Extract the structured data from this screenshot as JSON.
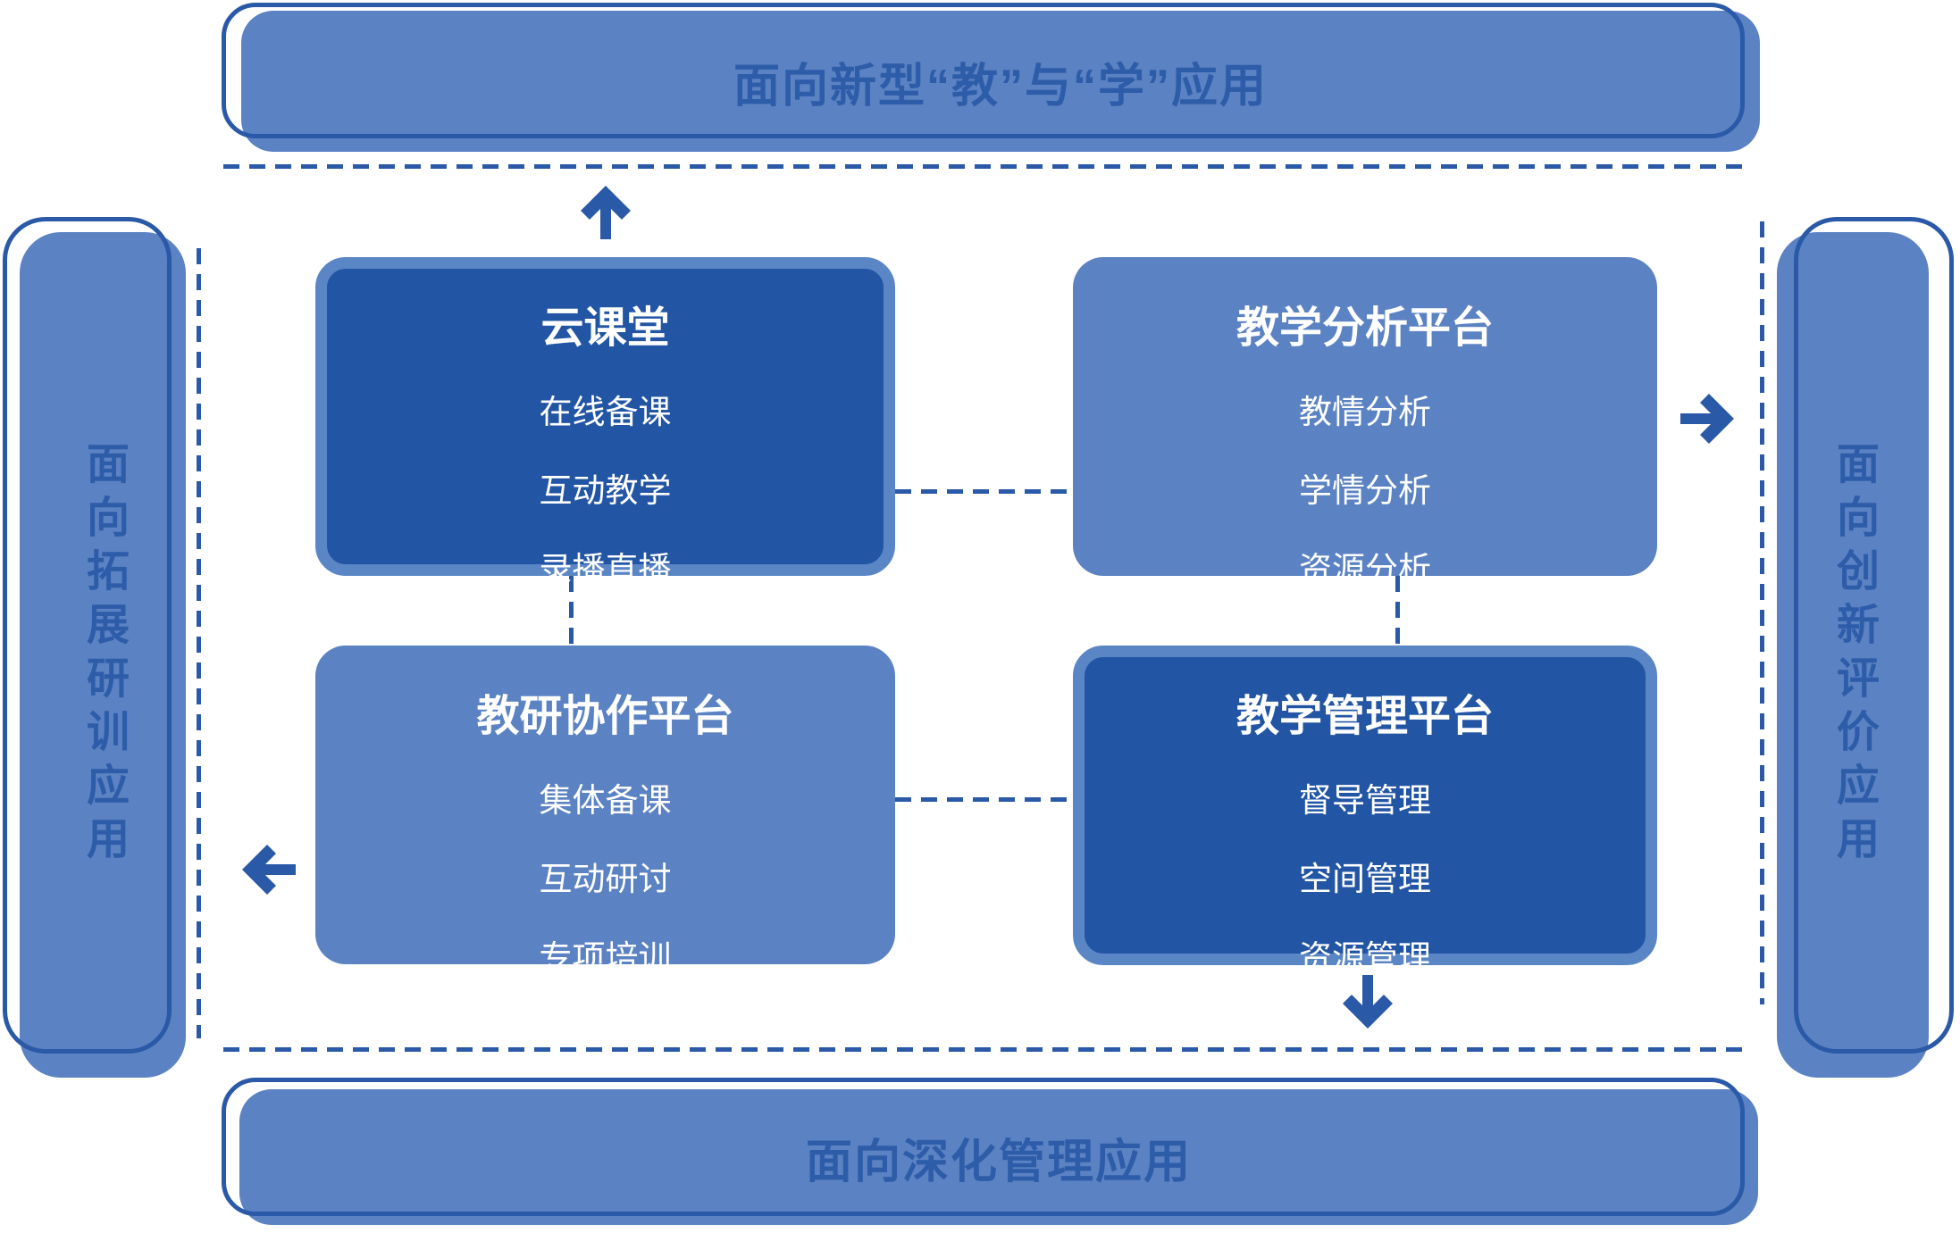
{
  "colors": {
    "medium_blue": "#5b82c3",
    "dark_blue": "#2255a4",
    "stroke_blue": "#2a59a7",
    "banner_text_blue": "#2d5ca9",
    "box_text": "#ffffff"
  },
  "banners": {
    "top": {
      "label": "面向新型“教”与“学”应用"
    },
    "bottom": {
      "label": "面向深化管理应用"
    },
    "left": {
      "label": "面向拓展研训应用"
    },
    "right": {
      "label": "面向创新评价应用"
    }
  },
  "boxes": [
    {
      "id": "cloud-classroom",
      "style": "dark",
      "title": "云课堂",
      "items": [
        "在线备课",
        "互动教学",
        "录播直播"
      ]
    },
    {
      "id": "teaching-analysis",
      "style": "light",
      "title": "教学分析平台",
      "items": [
        "教情分析",
        "学情分析",
        "资源分析"
      ]
    },
    {
      "id": "research-collaboration",
      "style": "light",
      "title": "教研协作平台",
      "items": [
        "集体备课",
        "互动研讨",
        "专项培训"
      ]
    },
    {
      "id": "teaching-management",
      "style": "dark",
      "title": "教学管理平台",
      "items": [
        "督导管理",
        "空间管理",
        "资源管理"
      ]
    }
  ],
  "icons": {
    "up": "arrow-up-icon",
    "right": "arrow-right-icon",
    "left": "arrow-left-icon",
    "down": "arrow-down-icon"
  }
}
